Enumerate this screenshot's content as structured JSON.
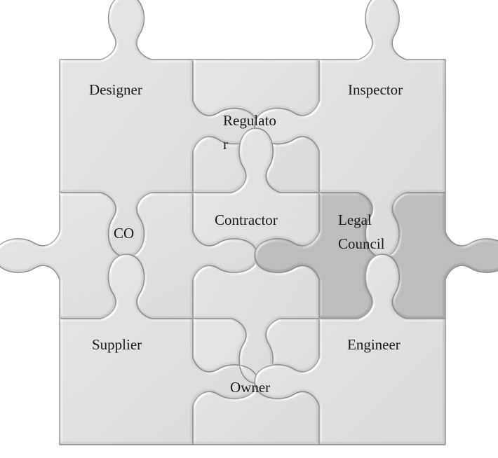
{
  "puzzle": {
    "pieces": [
      {
        "key": "designer",
        "label": "Designer",
        "highlighted": false
      },
      {
        "key": "regulator",
        "label": "Regulato\nr",
        "highlighted": false
      },
      {
        "key": "inspector",
        "label": "Inspector",
        "highlighted": false
      },
      {
        "key": "co",
        "label": "CO",
        "highlighted": false
      },
      {
        "key": "contractor",
        "label": "Contractor",
        "highlighted": false
      },
      {
        "key": "legal",
        "label": "Legal\nCouncil",
        "highlighted": true
      },
      {
        "key": "supplier",
        "label": "Supplier",
        "highlighted": false
      },
      {
        "key": "owner",
        "label": "Owner",
        "highlighted": false
      },
      {
        "key": "engineer",
        "label": "Engineer",
        "highlighted": false
      }
    ],
    "colors": {
      "piece_fill": "#c9c9c9",
      "piece_fill_light": "#d6d6d6",
      "highlight_fill": "#a9a9a9",
      "edge": "#8a8a8a",
      "bevel_light": "#ededed"
    }
  }
}
